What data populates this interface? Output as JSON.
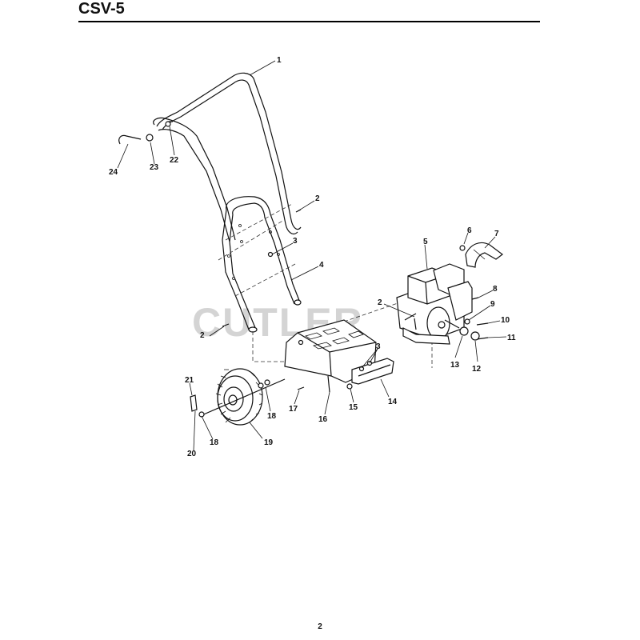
{
  "header": {
    "title": "CSV-5"
  },
  "watermark": "CUTLER",
  "page_number": "2",
  "callouts": [
    "1",
    "2",
    "3",
    "4",
    "2",
    "6",
    "7",
    "5",
    "8",
    "2",
    "9",
    "10",
    "11",
    "13",
    "12",
    "3",
    "24",
    "23",
    "22",
    "21",
    "18",
    "17",
    "16",
    "15",
    "14",
    "18",
    "19",
    "20"
  ]
}
